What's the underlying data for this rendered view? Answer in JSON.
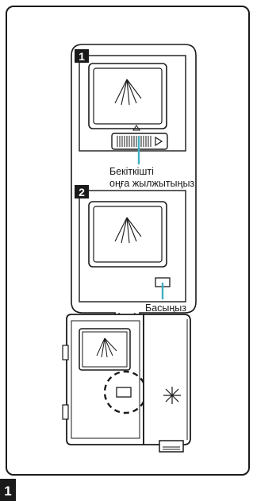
{
  "steps": {
    "one": {
      "number": "1"
    },
    "two": {
      "number": "2"
    }
  },
  "labels": {
    "slide_lock_line1": "Бекіткішті",
    "slide_lock_line2": "оңға жылжытыңыз",
    "press": "Басыңыз"
  },
  "figure_number": "1",
  "colors": {
    "accent": "#3fb0c2",
    "ink": "#1a1a1a",
    "step_badge": "#1a1a1a"
  }
}
